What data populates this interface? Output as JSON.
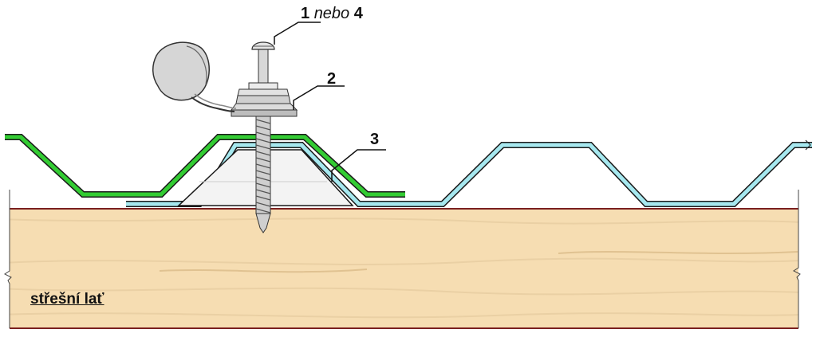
{
  "callouts": {
    "one": {
      "number": "1",
      "conjunction": "nebo",
      "alternative": "4"
    },
    "two": {
      "number": "2"
    },
    "three": {
      "number": "3"
    }
  },
  "batten": {
    "label": "střešní lať"
  },
  "colors": {
    "batten_fill": "#f6ddb2",
    "batten_grain": "#e0c291",
    "batten_edge": "#7a1f1f",
    "upper_sheet": "#33cc33",
    "lower_sheet": "#a6e8ef",
    "sheet_outline": "#1a1a1a",
    "spacer_fill": "#f3f3f3",
    "screw_metal": "#cfcfcf",
    "washer_metal": "#dcdcdc",
    "cap_fill": "#d6d6d6"
  }
}
